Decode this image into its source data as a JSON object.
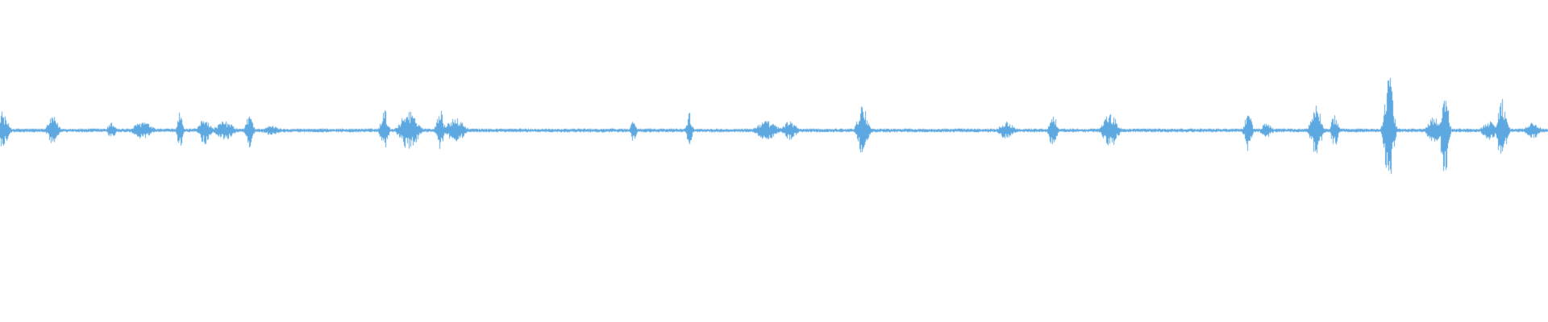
{
  "waveform": {
    "color": "#5DA8E0",
    "baseline_amplitude": 0.012,
    "segments": [
      {
        "t": 0.0,
        "w": 0.008,
        "a": 0.13
      },
      {
        "t": 0.034,
        "w": 0.006,
        "a": 0.09
      },
      {
        "t": 0.072,
        "w": 0.005,
        "a": 0.05
      },
      {
        "t": 0.092,
        "w": 0.01,
        "a": 0.06
      },
      {
        "t": 0.116,
        "w": 0.003,
        "a": 0.12
      },
      {
        "t": 0.132,
        "w": 0.006,
        "a": 0.09
      },
      {
        "t": 0.145,
        "w": 0.01,
        "a": 0.06
      },
      {
        "t": 0.161,
        "w": 0.004,
        "a": 0.11
      },
      {
        "t": 0.175,
        "w": 0.01,
        "a": 0.03
      },
      {
        "t": 0.248,
        "w": 0.004,
        "a": 0.14
      },
      {
        "t": 0.264,
        "w": 0.01,
        "a": 0.13
      },
      {
        "t": 0.284,
        "w": 0.004,
        "a": 0.14
      },
      {
        "t": 0.294,
        "w": 0.01,
        "a": 0.08
      },
      {
        "t": 0.409,
        "w": 0.003,
        "a": 0.08
      },
      {
        "t": 0.445,
        "w": 0.003,
        "a": 0.12
      },
      {
        "t": 0.495,
        "w": 0.012,
        "a": 0.06
      },
      {
        "t": 0.51,
        "w": 0.008,
        "a": 0.06
      },
      {
        "t": 0.557,
        "w": 0.006,
        "a": 0.16
      },
      {
        "t": 0.65,
        "w": 0.008,
        "a": 0.06
      },
      {
        "t": 0.68,
        "w": 0.004,
        "a": 0.12
      },
      {
        "t": 0.717,
        "w": 0.008,
        "a": 0.11
      },
      {
        "t": 0.806,
        "w": 0.004,
        "a": 0.13
      },
      {
        "t": 0.818,
        "w": 0.006,
        "a": 0.05
      },
      {
        "t": 0.85,
        "w": 0.006,
        "a": 0.17
      },
      {
        "t": 0.862,
        "w": 0.004,
        "a": 0.11
      },
      {
        "t": 0.897,
        "w": 0.005,
        "a": 0.37
      },
      {
        "t": 0.926,
        "w": 0.007,
        "a": 0.09
      },
      {
        "t": 0.933,
        "w": 0.004,
        "a": 0.32
      },
      {
        "t": 0.962,
        "w": 0.008,
        "a": 0.06
      },
      {
        "t": 0.97,
        "w": 0.005,
        "a": 0.22
      },
      {
        "t": 0.99,
        "w": 0.008,
        "a": 0.05
      }
    ]
  }
}
